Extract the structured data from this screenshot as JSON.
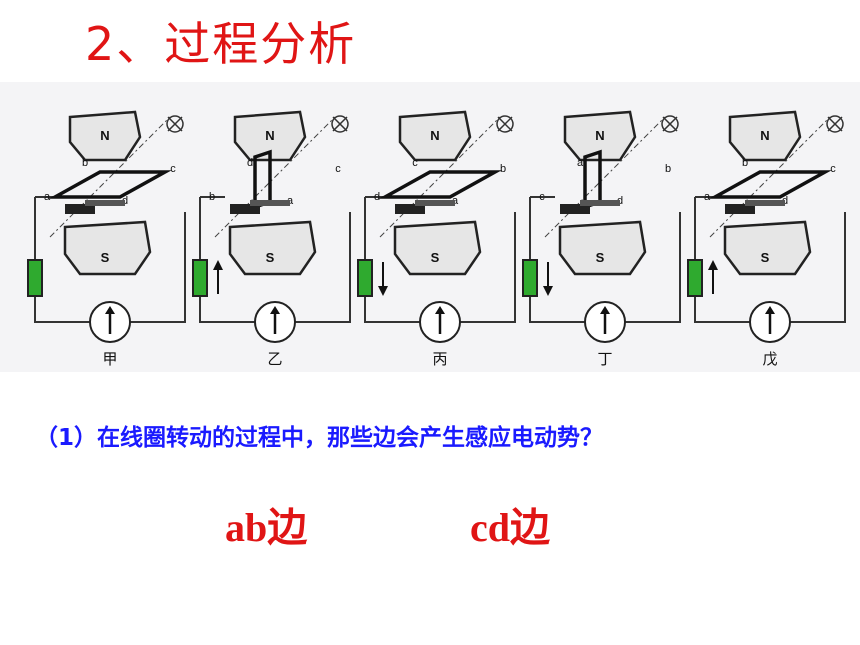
{
  "title": "2、过程分析",
  "diagram": {
    "magnet_north": "N",
    "magnet_south": "S",
    "panels": [
      {
        "label": "甲",
        "corners": [
          "b",
          "c",
          "a",
          "d"
        ],
        "current_arrow": "none"
      },
      {
        "label": "乙",
        "corners": [
          "d",
          "c",
          "b",
          "a"
        ],
        "current_arrow": "up"
      },
      {
        "label": "丙",
        "corners": [
          "c",
          "b",
          "d",
          "a"
        ],
        "current_arrow": "down"
      },
      {
        "label": "丁",
        "corners": [
          "a",
          "b",
          "c",
          "d"
        ],
        "current_arrow": "down"
      },
      {
        "label": "戊",
        "corners": [
          "b",
          "c",
          "a",
          "d"
        ],
        "current_arrow": "up"
      }
    ]
  },
  "question": "（1）在线圈转动的过程中，那些边会产生感应电动势？",
  "answers": [
    "ab边",
    "cd边"
  ],
  "colors": {
    "title": "#e01515",
    "question": "#1a1aff",
    "answer": "#e01515",
    "resistor": "#2faa2f"
  }
}
